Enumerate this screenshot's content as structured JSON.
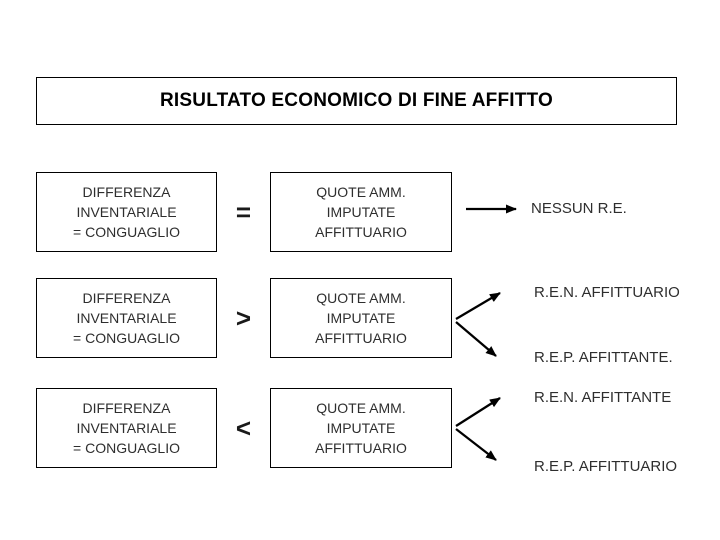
{
  "title": "RISULTATO ECONOMICO DI FINE AFFITTO",
  "rows": [
    {
      "left_box": {
        "line1": "DIFFERENZA",
        "line2": "INVENTARIALE",
        "line3": "= CONGUAGLIO"
      },
      "operator": "=",
      "middle_box": {
        "line1": "QUOTE AMM.",
        "line2": "IMPUTATE",
        "line3": "AFFITTUARIO"
      },
      "outcomes": {
        "single": "NESSUN R.E."
      }
    },
    {
      "left_box": {
        "line1": "DIFFERENZA",
        "line2": "INVENTARIALE",
        "line3": "= CONGUAGLIO"
      },
      "operator": ">",
      "middle_box": {
        "line1": "QUOTE AMM.",
        "line2": "IMPUTATE",
        "line3": "AFFITTUARIO"
      },
      "outcomes": {
        "top": "R.E.N. AFFITTUARIO",
        "bottom": "R.E.P. AFFITTANTE."
      }
    },
    {
      "left_box": {
        "line1": "DIFFERENZA",
        "line2": "INVENTARIALE",
        "line3": "= CONGUAGLIO"
      },
      "operator": "<",
      "middle_box": {
        "line1": "QUOTE AMM.",
        "line2": "IMPUTATE",
        "line3": "AFFITTUARIO"
      },
      "outcomes": {
        "top": "R.E.N. AFFITTANTE",
        "bottom": "R.E.P. AFFITTUARIO"
      }
    }
  ],
  "colors": {
    "background": "#ffffff",
    "line": "#000000",
    "text": "#2e2e2e"
  }
}
